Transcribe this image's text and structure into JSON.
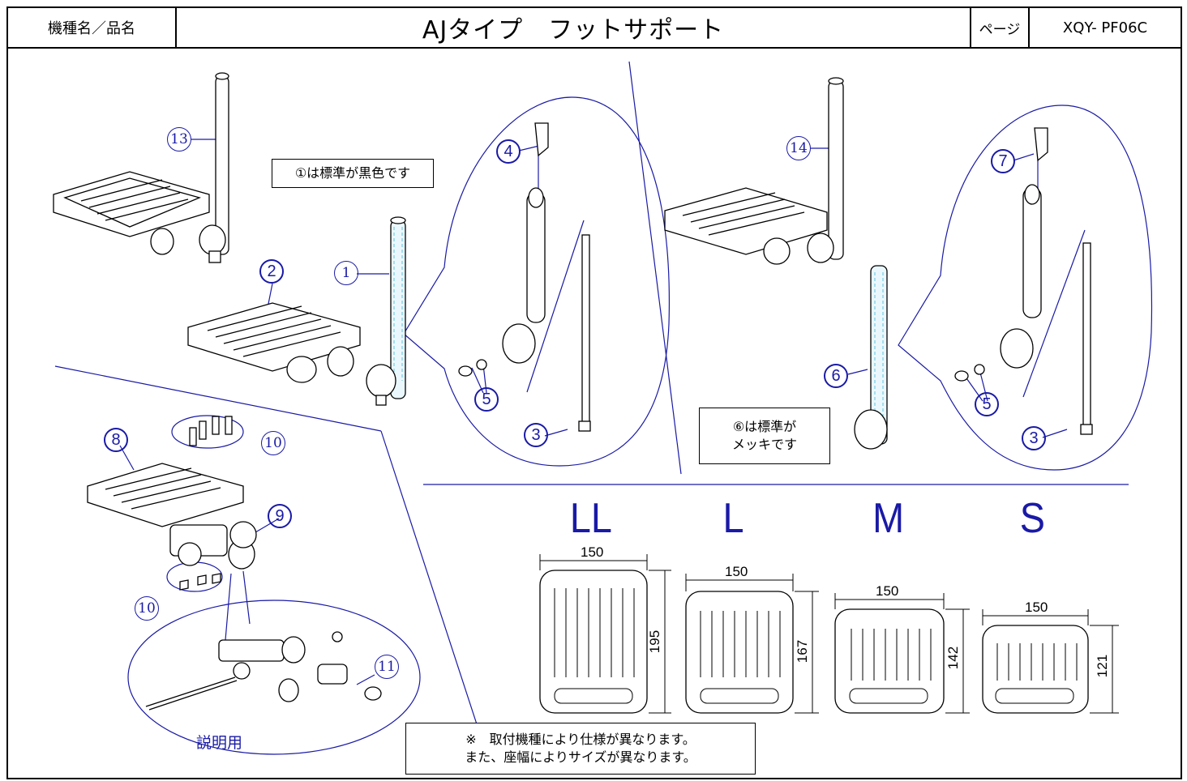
{
  "header": {
    "model_label": "機種名／品名",
    "title": "AJタイプ　フットサポート",
    "page_label": "ページ",
    "code": "XQY- PF06C"
  },
  "notes": {
    "black_standard": "①は標準が黒色です",
    "plated_standard": "⑥は標準が\nメッキです",
    "disclaimer": "※　取付機種により仕様が異なります。\nまた、座幅によりサイズが異なります。",
    "explanation": "説明用"
  },
  "callouts": {
    "c1": "1",
    "c2": "2",
    "c3a": "3",
    "c3b": "3",
    "c4": "4",
    "c5a": "5",
    "c5b": "5",
    "c6": "6",
    "c7": "7",
    "c8": "8",
    "c9": "9",
    "c10a": "10",
    "c10b": "10",
    "c11": "11",
    "c13": "13",
    "c14": "14"
  },
  "sizes": [
    {
      "label": "LL",
      "width": "150",
      "height": "195"
    },
    {
      "label": "L",
      "width": "150",
      "height": "167"
    },
    {
      "label": "M",
      "width": "150",
      "height": "142"
    },
    {
      "label": "S",
      "width": "150",
      "height": "121"
    }
  ],
  "colors": {
    "accent": "#1a1aa6",
    "line": "#000000",
    "highlight": "#7fd0e8"
  }
}
